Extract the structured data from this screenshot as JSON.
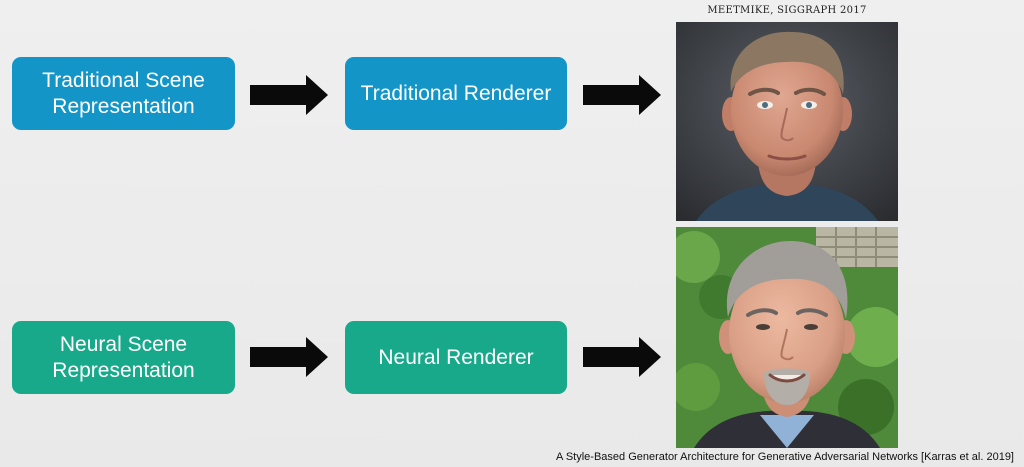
{
  "top_row": {
    "scene_box": "Traditional Scene Representation",
    "renderer_box": "Traditional Renderer"
  },
  "bottom_row": {
    "scene_box": "Neural Scene Representation",
    "renderer_box": "Neural Renderer"
  },
  "captions": {
    "top_image": "MEETMIKE, SIGGRAPH 2017",
    "bottom_image": "A Style-Based Generator Architecture for Generative Adversarial Networks [Karras et al. 2019]"
  },
  "colors": {
    "traditional_box": "#1495c8",
    "neural_box": "#18a88a",
    "arrow": "#0a0a0a",
    "background": "#ececec"
  },
  "icons": {
    "arrow": "right-arrow-icon",
    "top_image": "rendered-face-photo",
    "bottom_image": "generated-face-photo"
  }
}
